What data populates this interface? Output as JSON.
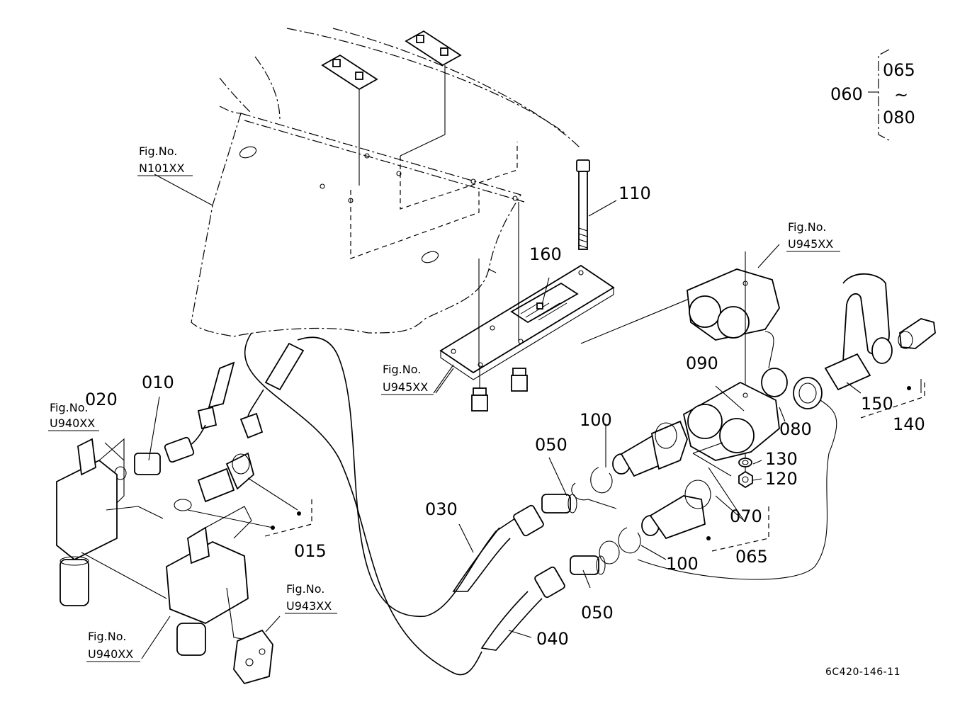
{
  "labels": {
    "p010": "010",
    "p015": "015",
    "p020": "020",
    "p030": "030",
    "p040": "040",
    "p050a": "050",
    "p050b": "050",
    "p060": "060",
    "p065a": "065",
    "p065b": "065",
    "p070": "070",
    "p080a": "080",
    "p080b": "080",
    "p090": "090",
    "p100a": "100",
    "p100b": "100",
    "p110": "110",
    "p120": "120",
    "p130": "130",
    "p140": "140",
    "p150": "150",
    "p160": "160",
    "tilde": "~"
  },
  "refs": {
    "fig_label": "Fig.No.",
    "n101": "N101XX",
    "u940_top": "U940XX",
    "u940_bottom": "U940XX",
    "u943": "U943XX",
    "u945_plate": "U945XX",
    "u945_block": "U945XX"
  },
  "drawing_code": "6C420-146-11"
}
